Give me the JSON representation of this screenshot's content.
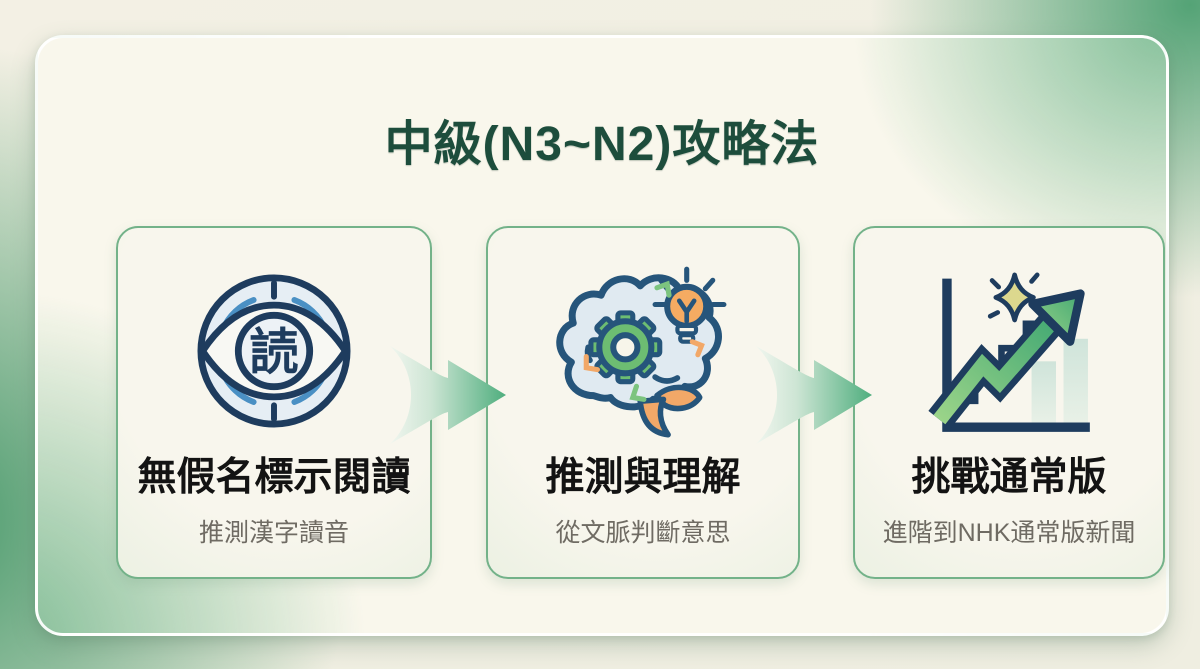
{
  "slide": {
    "title": "中級(N3~N2)攻略法"
  },
  "steps": [
    {
      "title": "無假名標示閱讀",
      "subtitle": "推測漢字讀音",
      "icon": "reading-eye-icon",
      "icon_glyph": "読"
    },
    {
      "title": "推測與理解",
      "subtitle": "從文脈判斷意思",
      "icon": "brain-gear-icon"
    },
    {
      "title": "挑戰通常版",
      "subtitle": "進階到NHK通常版新聞",
      "icon": "growth-chart-icon"
    }
  ],
  "colors": {
    "title_text": "#1d4d3c",
    "card_border": "#73b289",
    "arrow_green": "#4fae7e",
    "background_green": "#54a376",
    "panel_cream": "#f9f7ec",
    "icon_navy": "#1e3c5e",
    "icon_blue": "#4a90c4",
    "icon_green": "#6dbd72",
    "icon_orange": "#f2a868"
  }
}
